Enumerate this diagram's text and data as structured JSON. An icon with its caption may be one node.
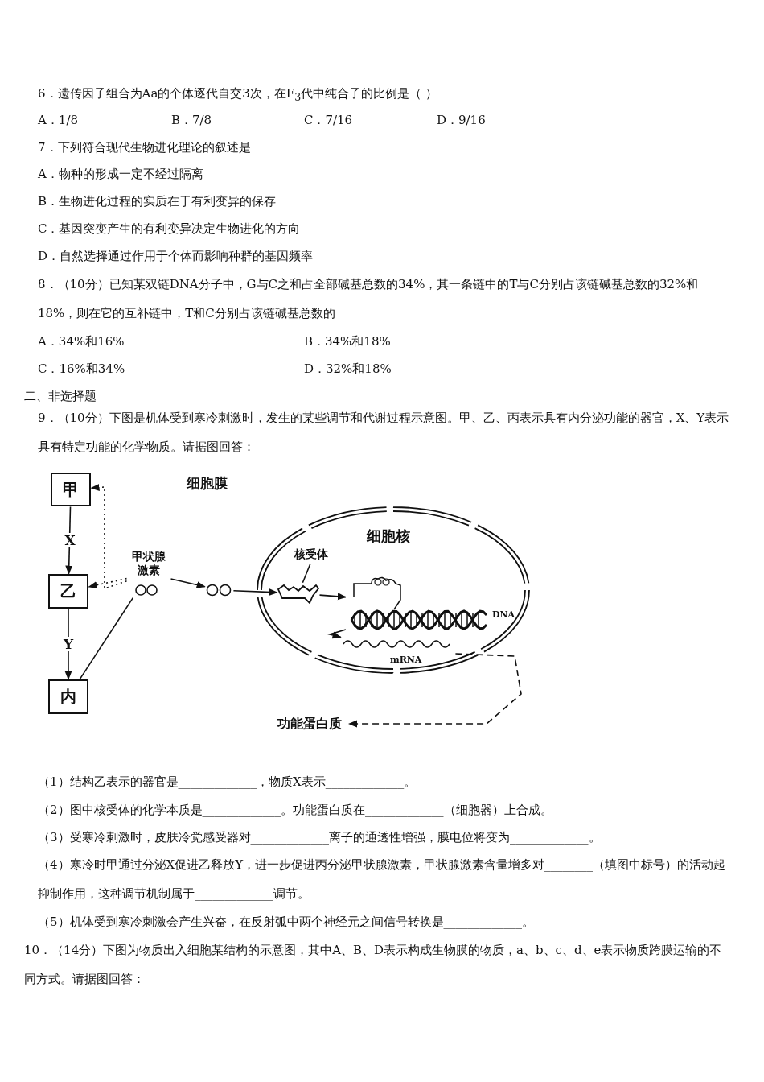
{
  "diagram": {
    "nodes": [
      {
        "text": [
          "甲"
        ]
      },
      {
        "text": [
          "乙"
        ]
      },
      {
        "text": [
          "内"
        ]
      },
      {
        "text": [
          "甲状腺激素"
        ]
      },
      {
        "text": [],
        "shape": "circle"
      },
      {
        "text": [
          "细胞核"
        ]
      },
      {
        "text": [
          "核受体"
        ],
        "in": 5
      },
      {
        "text": [],
        "shape": "picture",
        "in": 5
      },
      {
        "text": [
          "DNA"
        ],
        "in": 5
      },
      {
        "text": [
          "mRNA"
        ],
        "in": 5
      },
      {
        "text": [
          "功能蛋白质"
        ]
      }
    ],
    "edges": [
      {
        "from": 0,
        "to": 1,
        "arrow": "to",
        "label": "X"
      },
      {
        "from": 1,
        "to": 2,
        "arrow": "to",
        "label": "Y"
      },
      {
        "from": 3,
        "to": 0,
        "arrow": "to",
        "style": "dashed"
      },
      {
        "from": 3,
        "to": 1,
        "arrow": "to",
        "style": "dashed"
      },
      {
        "from": 2,
        "to": 3,
        "arrow": "none"
      },
      {
        "from": 3,
        "to": 4,
        "arrow": "to"
      },
      {
        "from": 4,
        "to": 7,
        "arrow": "to"
      },
      {
        "from": 7,
        "to": 8,
        "arrow": "to"
      },
      {
        "from": 8,
        "to": 9,
        "arrow": "to"
      },
      {
        "from": 9,
        "to": 10,
        "arrow": "to",
        "style": "dashed"
      },
      {
        "from": 6,
        "to": 7,
        "arrow": "none"
      }
    ],
    "labels": [
      "6．遗传因子组合为Aa的个体逐代自交3次，在F$_{3}$代中纯合子的比例是（ ）",
      "A．1/8",
      "B．7/8",
      "C．7/16",
      "D．9/16",
      "7．下列符合现代生物进化理论的叙述是",
      "A．物种的形成一定不经过隔离",
      "B．生物进化过程的实质在于有利变异的保存",
      "C．基因突变产生的有利变异决定生物进化的方向",
      "D．自然选择通过作用于个体而影响种群的基因频率",
      "8．（10分）已知某双链DNA分子中，G与C之和占全部碱基总数的34%，其一条链中的T与C分别占该链碱基总数的32%和18%，则在它的互补链中，T和C分别占该链碱基总数的",
      "A．34%和16%",
      "B．34%和18%",
      "C．16%和34%",
      "D．32%和18%",
      "二、非选择题",
      "9．（10分）下图是机体受到寒冷刺激时，发生的某些调节和代谢过程示意图。甲、乙、丙表示具有内分泌功能的器官，X、Y表示具有特定功能的化学物质。请据图回答：",
      "细胞膜",
      "（1）结构乙表示的器官是_____________，物质X表示_____________。",
      "（2）图中核受体的化学本质是_____________。功能蛋白质在_____________（细胞器）上合成。",
      "（3）受寒冷刺激时，皮肤冷觉感受器对_____________离子的通透性增强，膜电位将变为_____________。",
      "（4）寒冷时甲通过分泌X促进乙释放Y，进一步促进丙分泌甲状腺激素，甲状腺激素含量增多对________（填图中标号）的活动起抑制作用，这种调节机制属于_____________调节。",
      "（5）机体受到寒冷刺激会产生兴奋，在反射弧中两个神经元之间信号转换是_____________。",
      "10．（14分）下图为物质出入细胞某结构的示意图，其中A、B、D表示构成生物膜的物质，a、b、c、d、e表示物质跨膜运输的不同方式。请据图回答："
    ]
  }
}
